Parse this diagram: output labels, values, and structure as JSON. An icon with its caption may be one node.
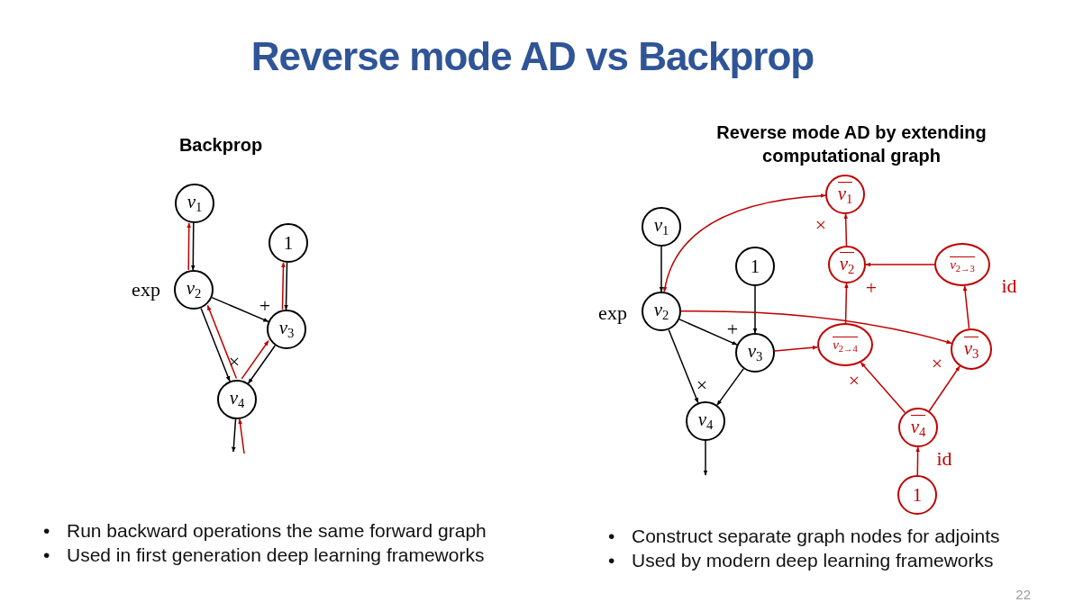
{
  "diagram": {
    "title": "Reverse mode AD vs Backprop",
    "nodes": [
      {
        "text": [
          "v$_{1}$"
        ]
      },
      {
        "text": [
          "v$_{2}$"
        ],
        "beside": [
          "exp"
        ]
      },
      {
        "text": [
          "1"
        ]
      },
      {
        "text": [
          "v$_{3}$"
        ],
        "beside": [
          "+"
        ]
      },
      {
        "text": [
          "v$_{4}$"
        ],
        "beside": [
          "×"
        ]
      },
      {
        "text": [
          "v$_{1}$"
        ]
      },
      {
        "text": [
          "v$_{2}$"
        ],
        "beside": [
          "exp"
        ]
      },
      {
        "text": [
          "1"
        ]
      },
      {
        "text": [
          "v$_{3}$"
        ],
        "beside": [
          "+"
        ]
      },
      {
        "text": [
          "v$_{4}$"
        ],
        "beside": [
          "×"
        ]
      },
      {
        "text": [
          "v$_{1}$"
        ],
        "beside": [
          "×"
        ]
      },
      {
        "text": [
          "v$_{2}$"
        ],
        "beside": [
          "+"
        ]
      },
      {
        "text": [
          "v$_{2→3}$"
        ],
        "beside": [
          "id"
        ]
      },
      {
        "text": [
          "v$_{2→4}$"
        ],
        "beside": [
          "×"
        ]
      },
      {
        "text": [
          "v$_{3}$"
        ],
        "beside": [
          "×"
        ]
      },
      {
        "text": [
          "v$_{4}$"
        ],
        "beside": [
          "id"
        ]
      },
      {
        "text": [
          "1"
        ]
      }
    ],
    "edges": [
      {
        "from": 0,
        "to": 1,
        "arrow": "to",
        "color": "#000000"
      },
      {
        "from": 1,
        "to": 0,
        "arrow": "to"
      },
      {
        "from": 2,
        "to": 3,
        "arrow": "to",
        "color": "#000000"
      },
      {
        "from": 3,
        "to": 2,
        "arrow": "to"
      },
      {
        "from": 1,
        "to": 3,
        "arrow": "to",
        "color": "#000000"
      },
      {
        "from": 1,
        "to": 4,
        "arrow": "to",
        "color": "#000000"
      },
      {
        "from": 4,
        "to": 1,
        "arrow": "to"
      },
      {
        "from": 3,
        "to": 4,
        "arrow": "to",
        "color": "#000000"
      },
      {
        "from": 4,
        "to": 3,
        "arrow": "to"
      },
      {
        "from": 4,
        "to": null,
        "arrow": "to",
        "color": "#000000"
      },
      {
        "from": null,
        "to": 4,
        "arrow": "to"
      },
      {
        "from": 5,
        "to": 6,
        "arrow": "to",
        "color": "#000000"
      },
      {
        "from": 7,
        "to": 8,
        "arrow": "to",
        "color": "#000000"
      },
      {
        "from": 6,
        "to": 8,
        "arrow": "to",
        "color": "#000000"
      },
      {
        "from": 6,
        "to": 9,
        "arrow": "to",
        "color": "#000000"
      },
      {
        "from": 8,
        "to": 9,
        "arrow": "to",
        "color": "#000000"
      },
      {
        "from": 9,
        "to": null,
        "arrow": "to",
        "color": "#000000"
      },
      {
        "from": 6,
        "to": 10,
        "arrow": "both"
      },
      {
        "from": 6,
        "to": 14,
        "arrow": "to"
      },
      {
        "from": 8,
        "to": 13,
        "arrow": "to"
      },
      {
        "from": 13,
        "to": 11,
        "arrow": "to"
      },
      {
        "from": 11,
        "to": 10,
        "arrow": "to"
      },
      {
        "from": 12,
        "to": 11,
        "arrow": "to"
      },
      {
        "from": 14,
        "to": 12,
        "arrow": "to"
      },
      {
        "from": 15,
        "to": 13,
        "arrow": "to"
      },
      {
        "from": 15,
        "to": 14,
        "arrow": "to"
      },
      {
        "from": 16,
        "to": 15,
        "arrow": "to"
      }
    ],
    "labels": [
      "Backprop",
      "Reverse mode AD by extending computational graph",
      "•",
      "Run backward operations the same forward graph",
      "•",
      "Used in first generation deep learning frameworks",
      "•",
      "Construct separate graph nodes for adjoints",
      "•",
      "Used by modern deep learning frameworks",
      "22"
    ]
  }
}
